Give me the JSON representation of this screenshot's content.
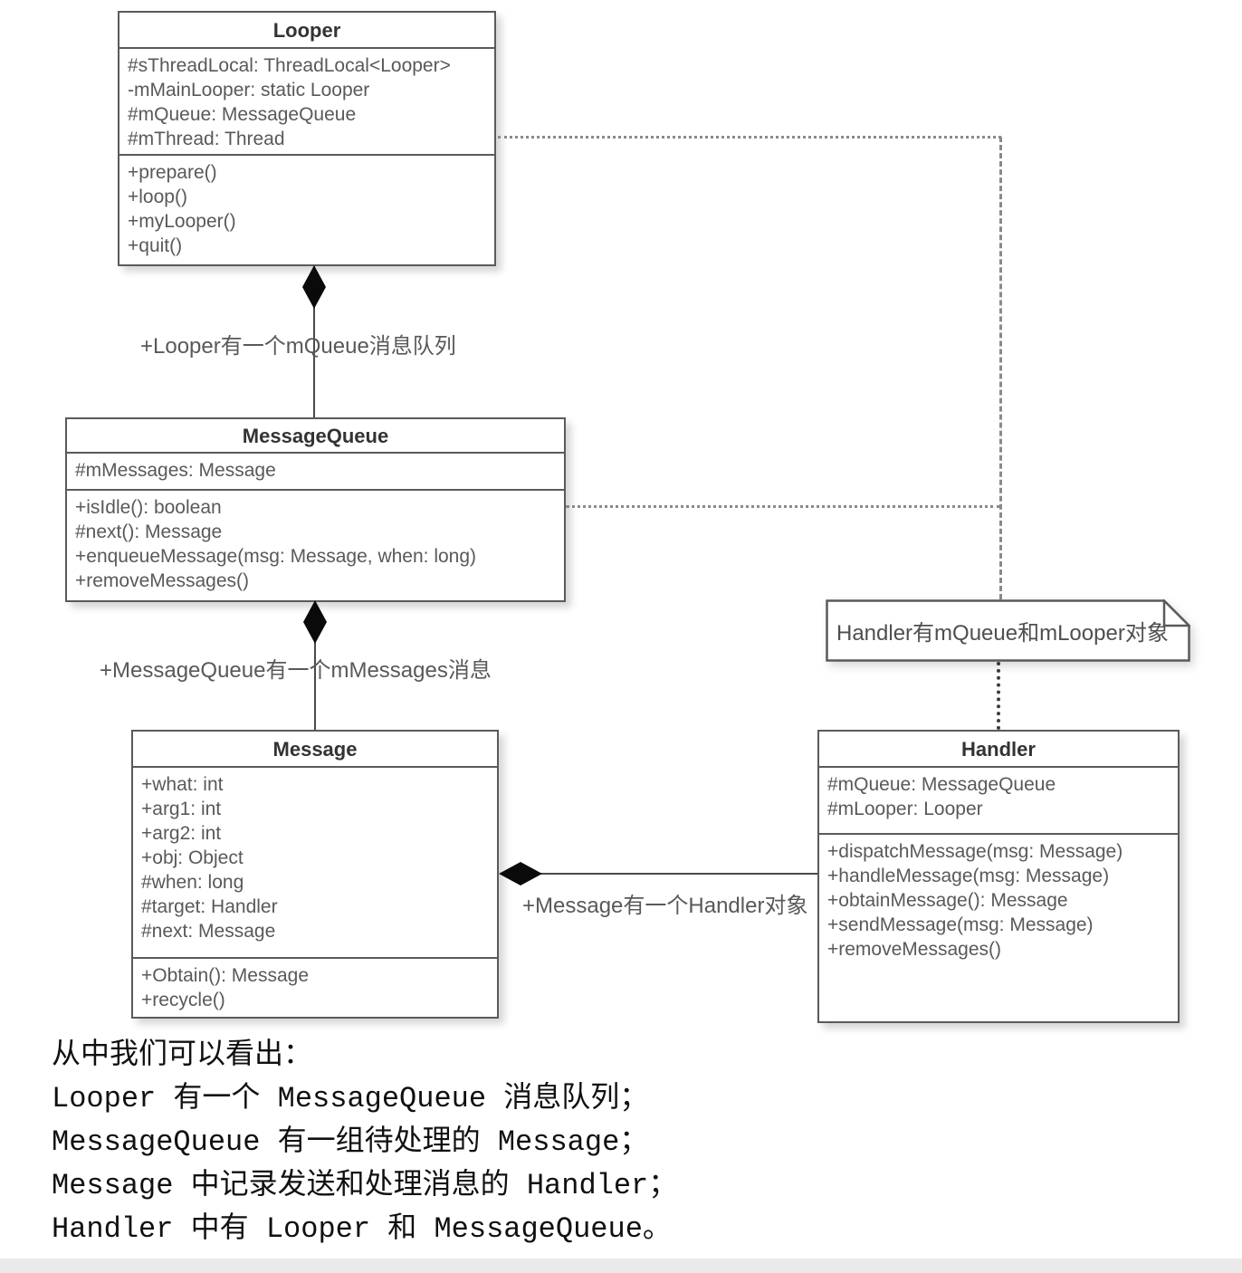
{
  "diagram": {
    "classes": [
      {
        "title": "Looper",
        "attributes": [
          "#sThreadLocal: ThreadLocal<Looper>",
          "-mMainLooper: static Looper",
          "#mQueue: MessageQueue",
          "#mThread: Thread"
        ],
        "methods": [
          "+prepare()",
          "+loop()",
          "+myLooper()",
          "+quit()"
        ]
      },
      {
        "title": "MessageQueue",
        "attributes": [
          "#mMessages: Message"
        ],
        "methods": [
          "+isIdle(): boolean",
          "#next(): Message",
          "+enqueueMessage(msg: Message, when: long)",
          "+removeMessages()"
        ]
      },
      {
        "title": "Message",
        "attributes": [
          "+what: int",
          "+arg1: int",
          "+arg2: int",
          "+obj: Object",
          "#when: long",
          "#target: Handler",
          "#next: Message"
        ],
        "methods": [
          "+Obtain(): Message",
          "+recycle()"
        ]
      },
      {
        "title": "Handler",
        "attributes": [
          "#mQueue: MessageQueue",
          "#mLooper: Looper"
        ],
        "methods": [
          "+dispatchMessage(msg: Message)",
          "+handleMessage(msg: Message)",
          "+obtainMessage(): Message",
          "+sendMessage(msg: Message)",
          "+removeMessages()"
        ]
      }
    ],
    "note_text": "Handler有mQueue和mLooper对象",
    "relationship_labels": {
      "looper_mqueue": "+Looper有一个mQueue消息队列",
      "queue_mmessages": "+MessageQueue有一个mMessages消息",
      "message_handler": "+Message有一个Handler对象"
    }
  },
  "caption": {
    "line1": "从中我们可以看出：",
    "line2": "Looper 有一个 MessageQueue 消息队列；",
    "line3": "MessageQueue 有一组待处理的 Message；",
    "line4": "Message 中记录发送和处理消息的 Handler；",
    "line5": "Handler 中有 Looper 和 MessageQueue。"
  },
  "colors": {
    "box_border": "#5a5a5a",
    "member_text": "#595959",
    "title_text": "#333333",
    "diamond": "#0a0a0a",
    "caption_text": "#101010"
  }
}
